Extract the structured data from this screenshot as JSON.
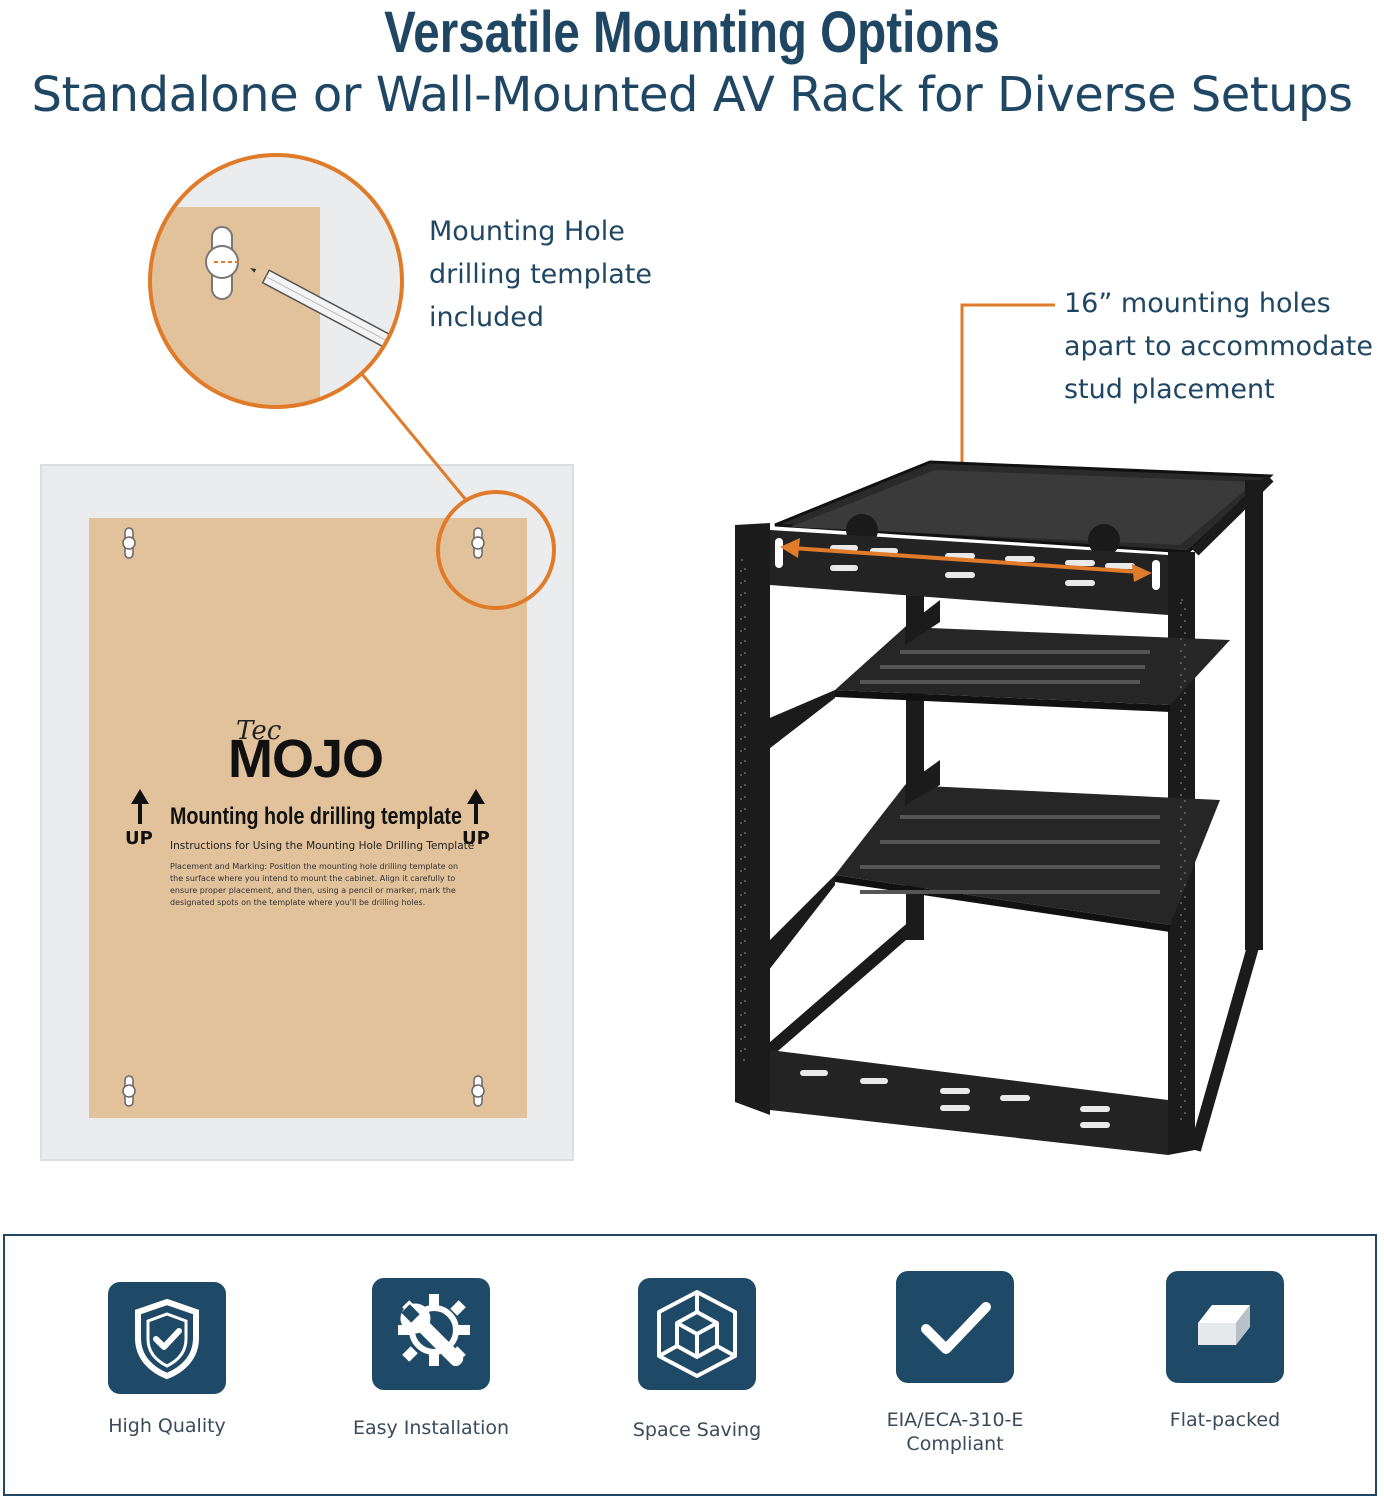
{
  "header": {
    "title": "Versatile Mounting Options",
    "subtitle": "Standalone or Wall-Mounted AV Rack for Diverse Setups"
  },
  "callouts": {
    "template": [
      "Mounting Hole",
      "drilling template",
      "included"
    ],
    "holes": [
      "16” mounting holes",
      "apart to accommodate",
      "stud placement"
    ]
  },
  "template_sheet": {
    "brand_small": "Tec",
    "brand": "MOJO",
    "up_label": "UP",
    "heading": "Mounting hole drilling template",
    "instructions_title": "Instructions for Using the Mounting Hole Drilling Template",
    "instructions_body": "Placement and Marking: Position the mounting hole drilling template on the surface where you intend to mount the cabinet. Align it carefully to ensure proper placement, and then, using a pencil or marker, mark the designated spots on the template where you'll be drilling holes."
  },
  "features": [
    {
      "label": "High Quality",
      "icon": "shield-check-icon"
    },
    {
      "label": "Easy Installation",
      "icon": "wrench-gear-icon"
    },
    {
      "label": "Space Saving",
      "icon": "cube-icon"
    },
    {
      "label": "EIA/ECA-310-E\nCompliant",
      "icon": "checkmark-icon"
    },
    {
      "label": "Flat-packed",
      "icon": "flat-box-icon"
    }
  ],
  "colors": {
    "brand_navy": "#1f4763",
    "tile_navy": "#1e4a67",
    "accent_orange": "#e07b2a",
    "template_tan": "#e2c29b",
    "rack_black": "#1b1b1b"
  }
}
